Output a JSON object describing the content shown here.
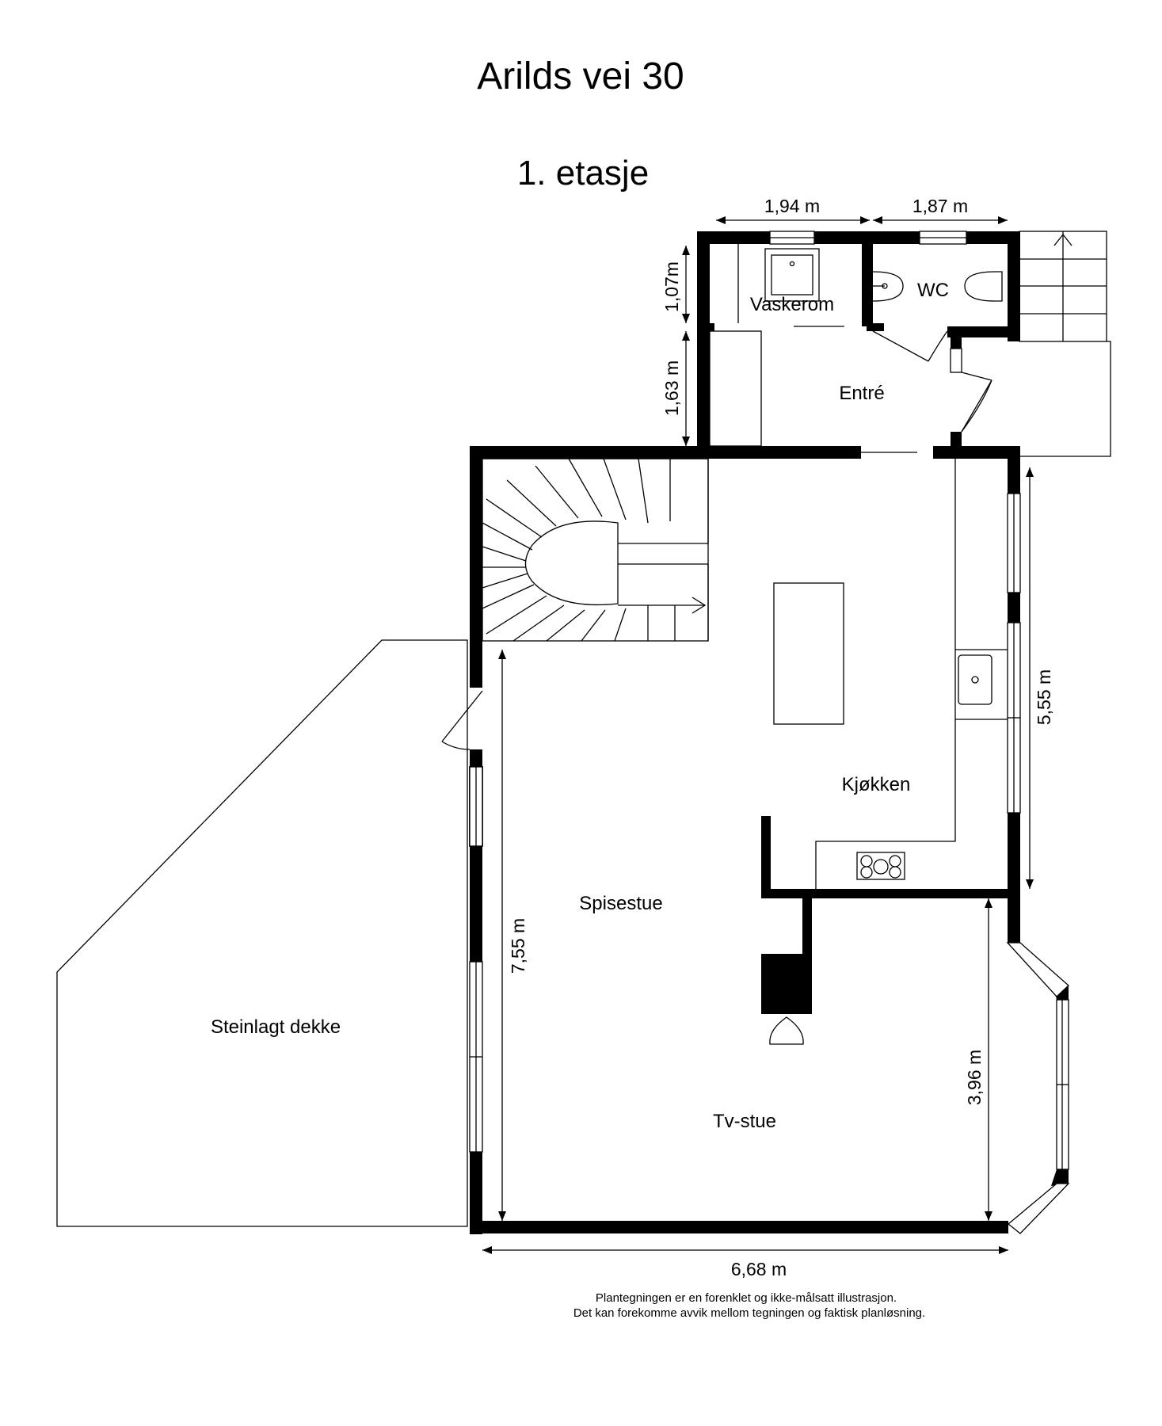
{
  "title": "Arilds vei 30",
  "floor": "1. etasje",
  "rooms": {
    "vaskerom": "Vaskerom",
    "wc": "WC",
    "entre": "Entré",
    "kjokken": "Kjøkken",
    "spisestue": "Spisestue",
    "tvstue": "Tv-stue",
    "steinlagt": "Steinlagt dekke"
  },
  "dimensions": {
    "vaskerom_width": "1,94 m",
    "wc_width": "1,87 m",
    "vaskerom_depth": "1,07m",
    "entre_depth": "1,63 m",
    "kitchen_length": "5,55 m",
    "living_length": "7,55 m",
    "tv_length": "3,96 m",
    "total_width": "6,68 m"
  },
  "disclaimer": {
    "line1": "Plantegningen er en forenklet og ikke-målsatt illustrasjon.",
    "line2": "Det kan forekomme avvik mellom tegningen og faktisk planløsning."
  },
  "colors": {
    "wall": "#000000",
    "background": "#ffffff"
  }
}
